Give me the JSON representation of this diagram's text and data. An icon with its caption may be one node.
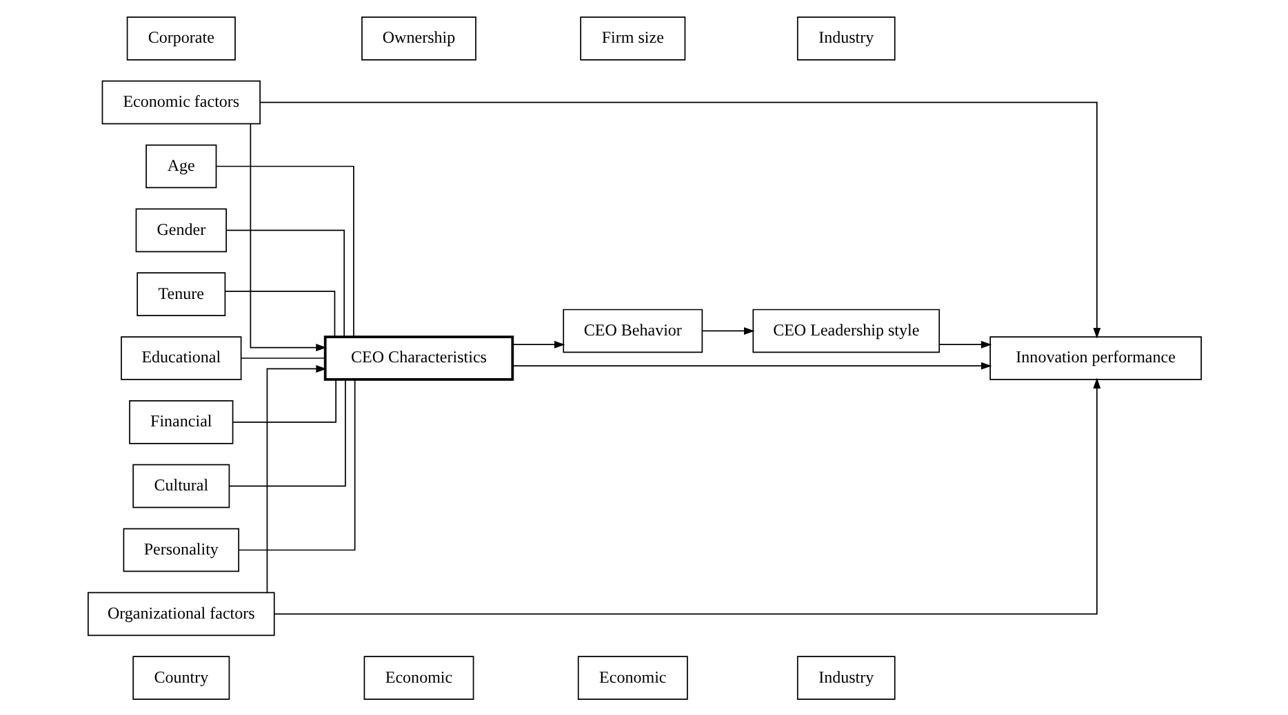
{
  "diagram": {
    "nodes": [
      {
        "text": [
          "Country"
        ]
      },
      {
        "text": [
          "Economic"
        ]
      },
      {
        "text": [
          "Economic"
        ]
      },
      {
        "text": [
          "Industry"
        ]
      },
      {
        "text": [
          "Economic factors"
        ]
      },
      {
        "text": [
          "Age"
        ]
      },
      {
        "text": [
          "Gender"
        ]
      },
      {
        "text": [
          "Tenure"
        ]
      },
      {
        "text": [
          "CEO Characteristics"
        ]
      },
      {
        "text": [
          "Innovation performance"
        ]
      },
      {
        "text": [
          "Educational"
        ]
      },
      {
        "text": [
          "Financial"
        ]
      },
      {
        "text": [
          "CEO Behavior"
        ]
      },
      {
        "text": [
          "CEO Leadership style"
        ]
      },
      {
        "text": [
          "Cultural"
        ]
      },
      {
        "text": [
          "Personality"
        ]
      },
      {
        "text": [
          "Organizational factors"
        ]
      },
      {
        "text": [
          "Corporate"
        ]
      },
      {
        "text": [
          "Ownership"
        ]
      },
      {
        "text": [
          "Firm size"
        ]
      },
      {
        "text": [
          "Industry"
        ]
      }
    ],
    "edges": [
      {
        "from": 5,
        "to": 8,
        "arrow": "none"
      },
      {
        "from": 6,
        "to": 8,
        "arrow": "none"
      },
      {
        "from": 7,
        "to": 8,
        "arrow": "none"
      },
      {
        "from": 10,
        "to": 8,
        "arrow": "none"
      },
      {
        "from": 11,
        "to": 8,
        "arrow": "none"
      },
      {
        "from": 14,
        "to": 8,
        "arrow": "none"
      },
      {
        "from": 15,
        "to": 8,
        "arrow": "none"
      },
      {
        "from": 4,
        "to": 8,
        "arrow": "to"
      },
      {
        "from": 4,
        "to": 9,
        "arrow": "to"
      },
      {
        "from": 8,
        "to": 9,
        "arrow": "to"
      },
      {
        "from": 8,
        "to": 12,
        "arrow": "to"
      },
      {
        "from": 12,
        "to": 13,
        "arrow": "to"
      },
      {
        "from": 13,
        "to": 9,
        "arrow": "to"
      },
      {
        "from": 16,
        "to": 8,
        "arrow": "to"
      },
      {
        "from": 16,
        "to": 9,
        "arrow": "to"
      }
    ]
  }
}
